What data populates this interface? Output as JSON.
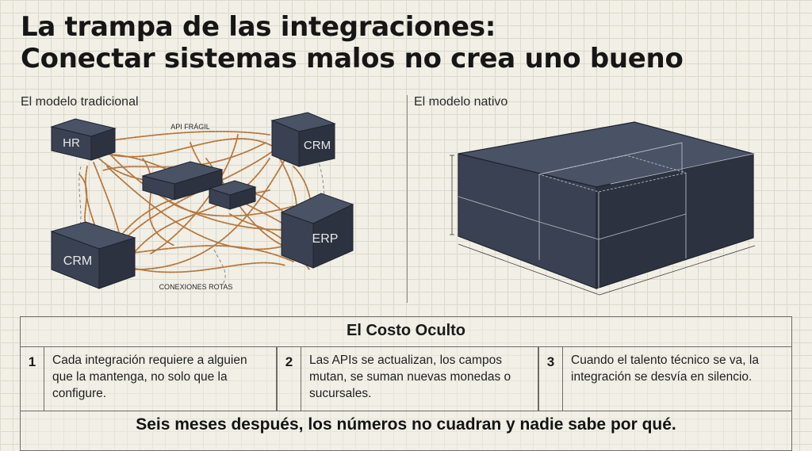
{
  "header": {
    "title_line1": "La trampa de las integraciones:",
    "title_line2": "Conectar sistemas malos no crea uno bueno"
  },
  "left_panel": {
    "label": "El modelo tradicional",
    "boxes": [
      "HR",
      "CRM",
      "CRM",
      "ERP"
    ],
    "annotation_top": "API FRÁGIL",
    "annotation_bottom": "CONEXIONES ROTAS"
  },
  "right_panel": {
    "label": "El modelo nativo"
  },
  "hidden_cost": {
    "title": "El Costo Oculto",
    "items": [
      {
        "number": "1",
        "text": "Cada integración requiere a alguien que la mantenga, no solo que la configure."
      },
      {
        "number": "2",
        "text": "Las APIs se actualizan, los campos mutan, se suman nuevas monedas o sucursales."
      },
      {
        "number": "3",
        "text": "Cuando el talento técnico se va, la integración se desvía en silencio."
      }
    ],
    "conclusion": "Seis meses después, los números no cuadran y nadie sabe por qué."
  },
  "colors": {
    "box_face": "#3a4152",
    "box_top": "#4a5265",
    "box_side": "#2c3240",
    "wire": "#b5783f",
    "background": "#f1efe6"
  }
}
